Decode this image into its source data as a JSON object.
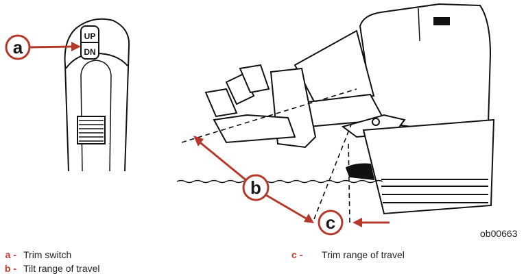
{
  "figure": {
    "ref_id": "ob00663",
    "switch_labels": {
      "up": "UP",
      "down": "DN"
    },
    "callouts": {
      "a": "a",
      "b": "b",
      "c": "c"
    },
    "accent_color": "#b5382b"
  },
  "legend": [
    {
      "key": "a -",
      "text": "Trim switch"
    },
    {
      "key": "b -",
      "text": "Tilt range of travel"
    },
    {
      "key": "c -",
      "text": "Trim range of travel"
    }
  ]
}
